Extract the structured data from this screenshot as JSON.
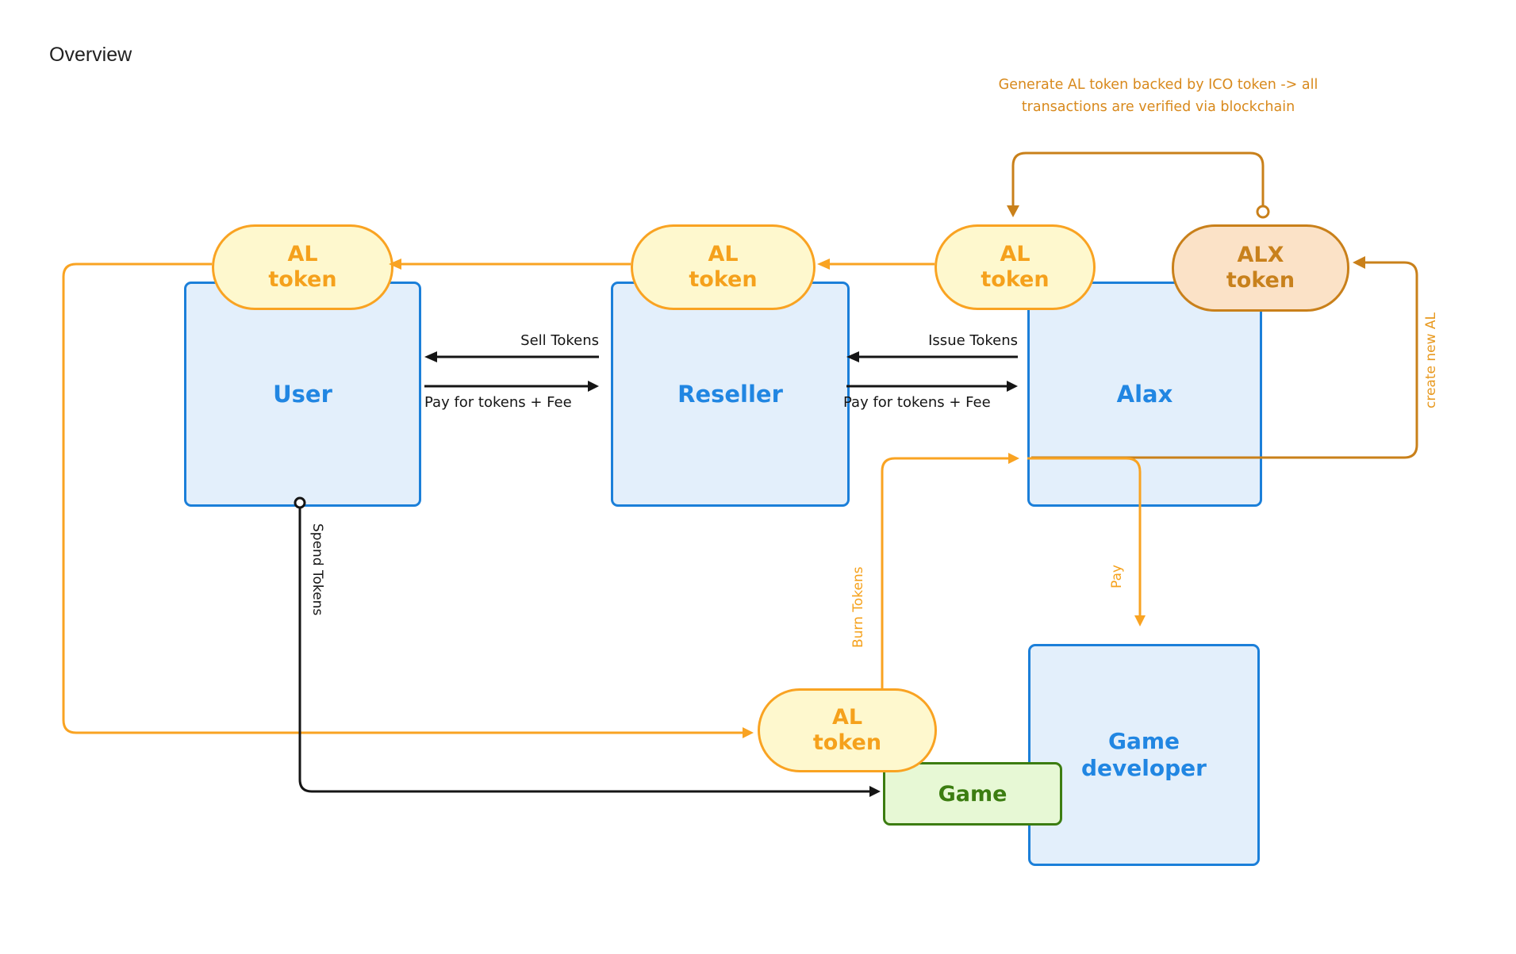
{
  "title": "Overview",
  "annotation": {
    "text": "Generate AL token backed by ICO token -> all\ntransactions are verified via blockchain",
    "color": "#D8891C"
  },
  "nodes": {
    "user": {
      "label": "User"
    },
    "reseller": {
      "label": "Reseller"
    },
    "alax": {
      "label": "Alax"
    },
    "game_developer": {
      "label": "Game\ndeveloper"
    },
    "game": {
      "label": "Game"
    }
  },
  "pills": {
    "al_user": {
      "label": "AL\ntoken"
    },
    "al_reseller": {
      "label": "AL\ntoken"
    },
    "al_alax": {
      "label": "AL\ntoken"
    },
    "alx": {
      "label": "ALX\ntoken"
    },
    "al_bottom": {
      "label": "AL\ntoken"
    }
  },
  "edges": {
    "sell_tokens": {
      "label": "Sell Tokens"
    },
    "pay_for_tokens_fee_left": {
      "label": "Pay for tokens + Fee"
    },
    "issue_tokens": {
      "label": "Issue Tokens"
    },
    "pay_for_tokens_fee_right": {
      "label": "Pay for tokens + Fee"
    },
    "spend_tokens": {
      "label": "Spend Tokens"
    },
    "burn_tokens": {
      "label": "Burn Tokens"
    },
    "pay": {
      "label": "Pay"
    },
    "create_new_al": {
      "label": "create new AL"
    }
  },
  "colors": {
    "orange_bright": "#F9A322",
    "orange_dark": "#C9801A",
    "yellow_pill_fill": "#FEF8CE",
    "peach_pill_fill": "#FBE2C7",
    "blue_border": "#1B7FD9",
    "blue_fill": "#E3EFFB",
    "blue_text": "#2186E2",
    "green_border": "#3C7D11",
    "green_fill": "#E7F8D5",
    "black_line": "#151515"
  }
}
